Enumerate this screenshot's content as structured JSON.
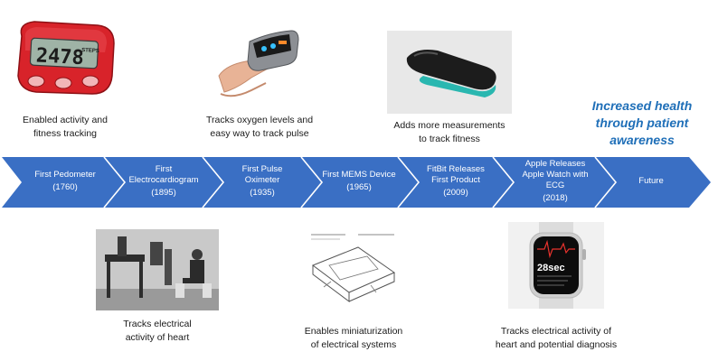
{
  "tagline": [
    "Increased health",
    "through patient",
    "awareness"
  ],
  "milestones": [
    {
      "name": "First Pedometer",
      "year": "(1760)"
    },
    {
      "name": "First Electrocardiogram",
      "year": "(1895)"
    },
    {
      "name": "First Pulse Oximeter",
      "year": "(1935)"
    },
    {
      "name": "First MEMS Device",
      "year": "(1965)"
    },
    {
      "name": "FitBit Releases First Product",
      "year": "(2009)"
    },
    {
      "name": "Apple Releases Apple Watch with ECG",
      "year": "(2018)"
    },
    {
      "name": "Future",
      "year": ""
    }
  ],
  "captions_top": [
    {
      "line1": "Enabled activity and",
      "line2": "fitness tracking"
    },
    {
      "line1": "Tracks oxygen levels and",
      "line2": "easy way to track pulse"
    },
    {
      "line1": "Adds more measurements",
      "line2": "to track fitness"
    }
  ],
  "captions_bottom": [
    {
      "line1": "Tracks electrical",
      "line2": "activity of heart"
    },
    {
      "line1": "Enables miniaturization",
      "line2": "of electrical systems"
    },
    {
      "line1": "Tracks electrical activity of",
      "line2": "heart and potential diagnosis"
    }
  ],
  "pedometer": {
    "display": "2478",
    "unit": "STEPS"
  },
  "watch": {
    "value": "28sec"
  },
  "colors": {
    "timeline": "#3a6fc4",
    "divider": "#ffffff",
    "tagline": "#1f6fb8"
  }
}
